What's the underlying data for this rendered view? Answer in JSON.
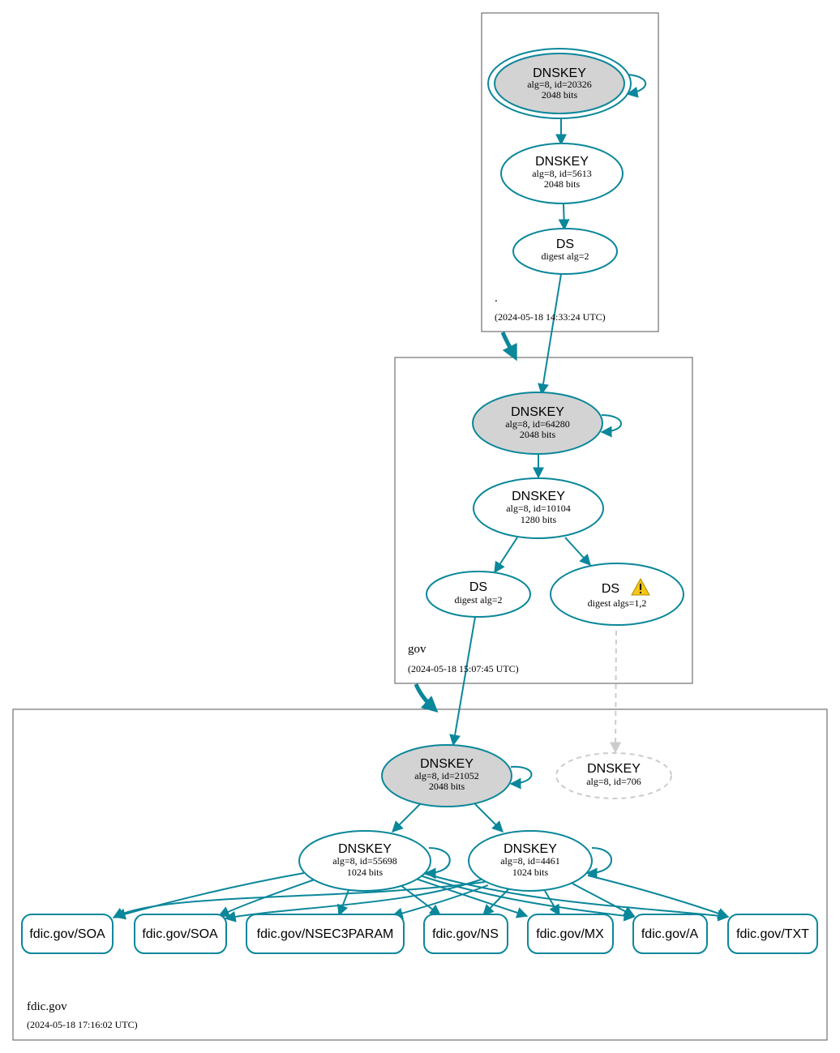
{
  "zones": {
    "root": {
      "name": ".",
      "timestamp": "(2024-05-18 14:33:24 UTC)"
    },
    "gov": {
      "name": "gov",
      "timestamp": "(2024-05-18 15:07:45 UTC)"
    },
    "fdic": {
      "name": "fdic.gov",
      "timestamp": "(2024-05-18 17:16:02 UTC)"
    }
  },
  "nodes": {
    "root_ksk": {
      "title": "DNSKEY",
      "line1": "alg=8, id=20326",
      "line2": "2048 bits"
    },
    "root_zsk": {
      "title": "DNSKEY",
      "line1": "alg=8, id=5613",
      "line2": "2048 bits"
    },
    "root_ds": {
      "title": "DS",
      "line1": "digest alg=2"
    },
    "gov_ksk": {
      "title": "DNSKEY",
      "line1": "alg=8, id=64280",
      "line2": "2048 bits"
    },
    "gov_zsk": {
      "title": "DNSKEY",
      "line1": "alg=8, id=10104",
      "line2": "1280 bits"
    },
    "gov_ds1": {
      "title": "DS",
      "line1": "digest alg=2"
    },
    "gov_ds2": {
      "title": "DS",
      "line1": "digest algs=1,2",
      "warning": "warning-icon"
    },
    "fdic_ksk": {
      "title": "DNSKEY",
      "line1": "alg=8, id=21052",
      "line2": "2048 bits"
    },
    "fdic_missing": {
      "title": "DNSKEY",
      "line1": "alg=8, id=706"
    },
    "fdic_zsk1": {
      "title": "DNSKEY",
      "line1": "alg=8, id=55698",
      "line2": "1024 bits"
    },
    "fdic_zsk2": {
      "title": "DNSKEY",
      "line1": "alg=8, id=4461",
      "line2": "1024 bits"
    }
  },
  "rrsets": {
    "soa1": "fdic.gov/SOA",
    "soa2": "fdic.gov/SOA",
    "nsec3param": "fdic.gov/NSEC3PARAM",
    "ns": "fdic.gov/NS",
    "mx": "fdic.gov/MX",
    "a": "fdic.gov/A",
    "txt": "fdic.gov/TXT"
  },
  "colors": {
    "edge": "#0a879a",
    "sep_fill": "#d3d3d3",
    "insecure": "#cccccc",
    "warning": "#f5c518"
  }
}
